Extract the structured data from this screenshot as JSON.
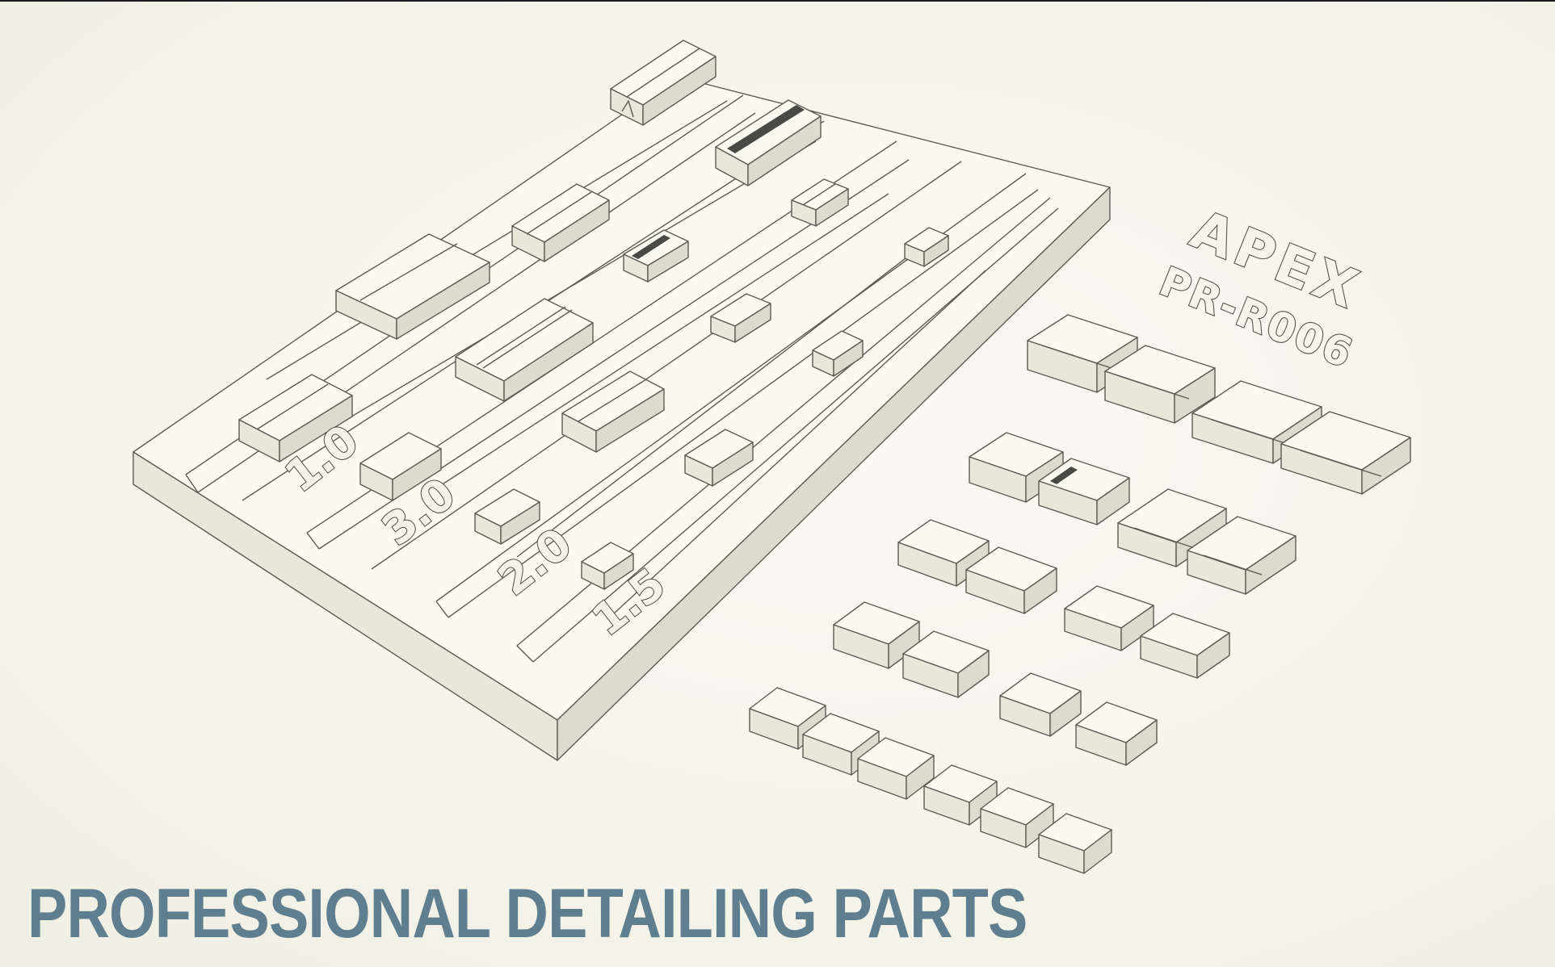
{
  "headline": "PROFESSIONAL DETAILING PARTS",
  "logo": {
    "brand": "APEX",
    "part_code": "PR-R006"
  },
  "size_labels": [
    "1.0",
    "3.0",
    "2.0",
    "1.5"
  ],
  "colors": {
    "background": "#f6f5ec",
    "headline": "#5f7f90",
    "part_outline": "#5c5c54"
  }
}
